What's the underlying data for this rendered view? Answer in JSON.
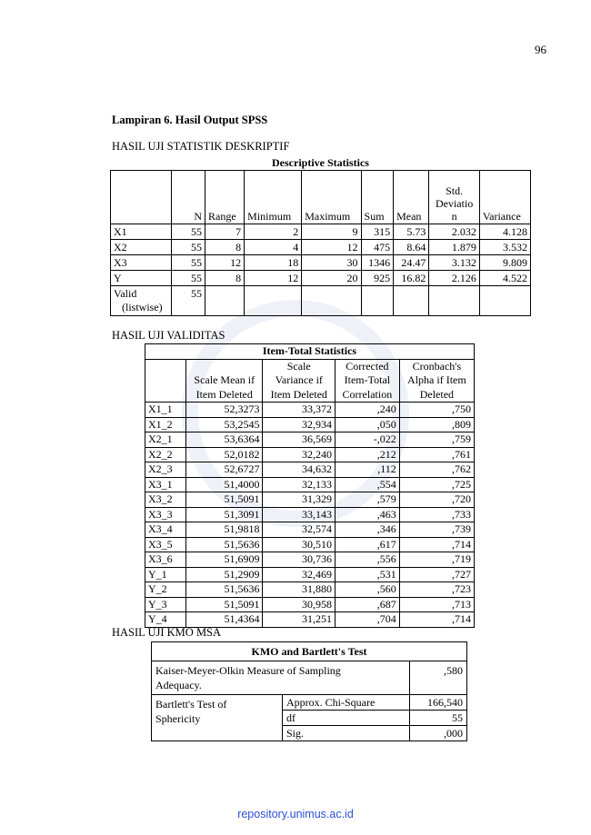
{
  "page_number": "96",
  "heading": "Lampiran 6. Hasil Output SPSS",
  "section1": "HASIL UJI STATISTIK DESKRIPTIF",
  "descriptive": {
    "title": "Descriptive Statistics",
    "headers": [
      "",
      "N",
      "Range",
      "Minimum",
      "Maximum",
      "Sum",
      "Mean",
      "Std. Deviation",
      "Variance"
    ],
    "std_header_lines": [
      "Std.",
      "Deviatio",
      "n"
    ],
    "rows": [
      [
        "X1",
        "55",
        "7",
        "2",
        "9",
        "315",
        "5.73",
        "2.032",
        "4.128"
      ],
      [
        "X2",
        "55",
        "8",
        "4",
        "12",
        "475",
        "8.64",
        "1.879",
        "3.532"
      ],
      [
        "X3",
        "55",
        "12",
        "18",
        "30",
        "1346",
        "24.47",
        "3.132",
        "9.809"
      ],
      [
        "Y",
        "55",
        "8",
        "12",
        "20",
        "925",
        "16.82",
        "2.126",
        "4.522"
      ]
    ],
    "valid_label_1": "Valid",
    "valid_label_2": "(listwise)",
    "valid_n": "55"
  },
  "section2": "HASIL UJI VALIDITAS",
  "item_total": {
    "title": "Item-Total Statistics",
    "headers": [
      [
        "",
        "Scale Mean if",
        "Item Deleted"
      ],
      [
        "Scale",
        "Variance if",
        "Item Deleted"
      ],
      [
        "Corrected",
        "Item-Total",
        "Correlation"
      ],
      [
        "Cronbach's",
        "Alpha if Item",
        "Deleted"
      ]
    ],
    "rows": [
      [
        "X1_1",
        "52,3273",
        "33,372",
        ",240",
        ",750"
      ],
      [
        "X1_2",
        "53,2545",
        "32,934",
        ",050",
        ",809"
      ],
      [
        "X2_1",
        "53,6364",
        "36,569",
        "-,022",
        ",759"
      ],
      [
        "X2_2",
        "52,0182",
        "32,240",
        ",212",
        ",761"
      ],
      [
        "X2_3",
        "52,6727",
        "34,632",
        ",112",
        ",762"
      ],
      [
        "X3_1",
        "51,4000",
        "32,133",
        ",554",
        ",725"
      ],
      [
        "X3_2",
        "51,5091",
        "31,329",
        ",579",
        ",720"
      ],
      [
        "X3_3",
        "51,3091",
        "33,143",
        ",463",
        ",733"
      ],
      [
        "X3_4",
        "51,9818",
        "32,574",
        ",346",
        ",739"
      ],
      [
        "X3_5",
        "51,5636",
        "30,510",
        ",617",
        ",714"
      ],
      [
        "X3_6",
        "51,6909",
        "30,736",
        ",556",
        ",719"
      ],
      [
        "Y_1",
        "51,2909",
        "32,469",
        ",531",
        ",727"
      ],
      [
        "Y_2",
        "51,5636",
        "31,880",
        ",560",
        ",723"
      ],
      [
        "Y_3",
        "51,5091",
        "30,958",
        ",687",
        ",713"
      ],
      [
        "Y_4",
        "51,4364",
        "31,251",
        ",704",
        ",714"
      ]
    ]
  },
  "section3": "HASIL UJI KMO MSA",
  "kmo": {
    "title": "KMO and Bartlett's Test",
    "kmo_label_1": "Kaiser-Meyer-Olkin Measure of Sampling",
    "kmo_label_2": "Adequacy.",
    "kmo_value": ",580",
    "bartlett_label_1": "Bartlett's Test of",
    "bartlett_label_2": "Sphericity",
    "rows": [
      [
        "Approx. Chi-Square",
        "166,540"
      ],
      [
        "df",
        "55"
      ],
      [
        "Sig.",
        ",000"
      ]
    ]
  },
  "footer": "repository.unimus.ac.id"
}
